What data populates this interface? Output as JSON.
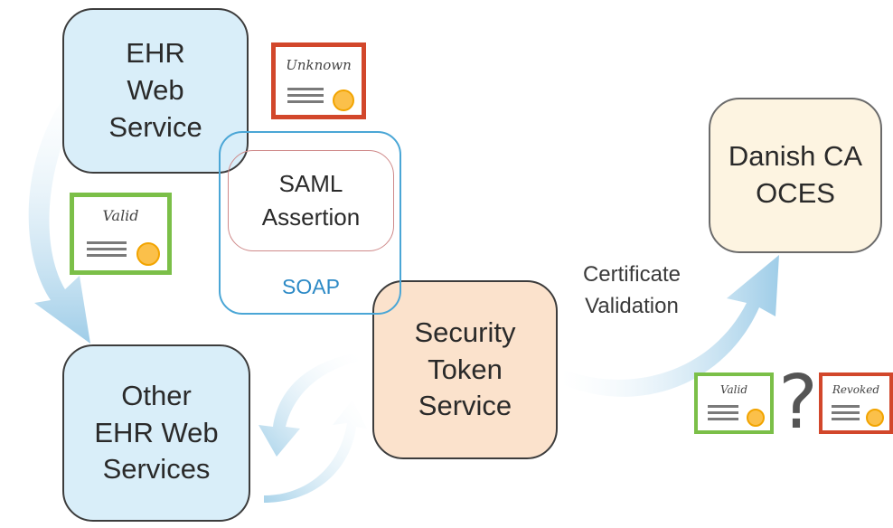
{
  "nodes": {
    "ehr_web_service": "EHR\nWeb\nService",
    "other_ehr_web_services": "Other\nEHR Web\nServices",
    "security_token_service": "Security\nToken\nService",
    "danish_ca_oces": "Danish CA\nOCES"
  },
  "message": {
    "saml_assertion": "SAML\nAssertion",
    "soap": "SOAP"
  },
  "edge_labels": {
    "certificate_validation": "Certificate\nValidation"
  },
  "certificates": {
    "unknown": "Unknown",
    "valid": "Valid",
    "revoked": "Revoked",
    "question_mark": "?"
  },
  "colors": {
    "service_fill": "#d9eef9",
    "sts_fill": "#fbe2cc",
    "ca_fill": "#fdf4e1",
    "soap_accent": "#2d8ac6",
    "arrow": "#a9d3ea",
    "cert_valid_border": "#7bbf48",
    "cert_invalid_border": "#d2472b",
    "cert_seal": "#fbc04a"
  }
}
